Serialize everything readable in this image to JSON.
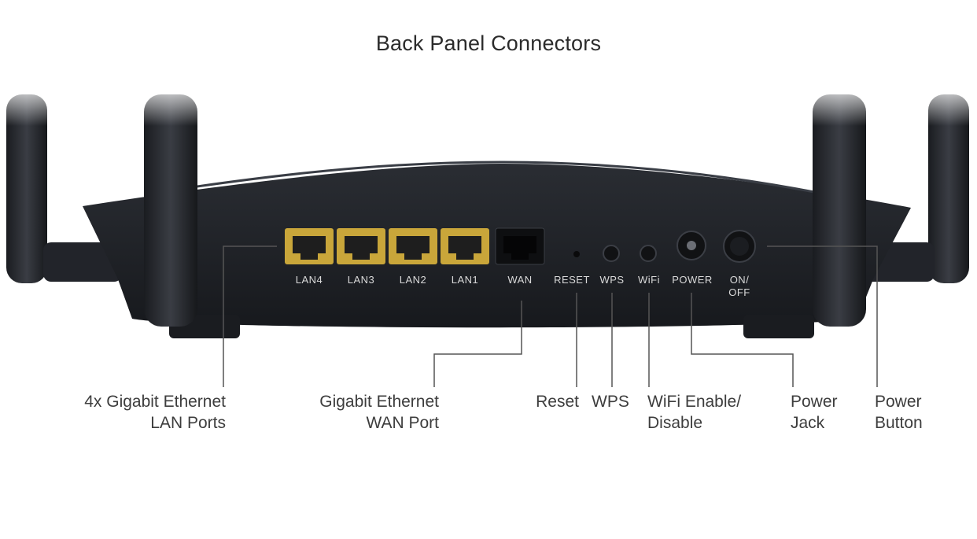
{
  "title": "Back Panel Connectors",
  "port_labels": {
    "lan4": "LAN4",
    "lan3": "LAN3",
    "lan2": "LAN2",
    "lan1": "LAN1",
    "wan": "WAN",
    "reset": "RESET",
    "wps": "WPS",
    "wifi": "WiFi",
    "power": "POWER",
    "onoff_1": "ON/",
    "onoff_2": "OFF"
  },
  "callouts": {
    "lan": [
      "4x Gigabit Ethernet",
      "LAN Ports"
    ],
    "wan": [
      "Gigabit Ethernet",
      "WAN Port"
    ],
    "reset": [
      "Reset"
    ],
    "wps": [
      "WPS"
    ],
    "wifi": [
      "WiFi Enable/",
      "Disable"
    ],
    "power_jack": [
      "Power",
      "Jack"
    ],
    "power_button": [
      "Power",
      "Button"
    ]
  },
  "colors": {
    "body": "#1d1f24",
    "lan_port": "#c9a63a",
    "leader": "#555555"
  }
}
